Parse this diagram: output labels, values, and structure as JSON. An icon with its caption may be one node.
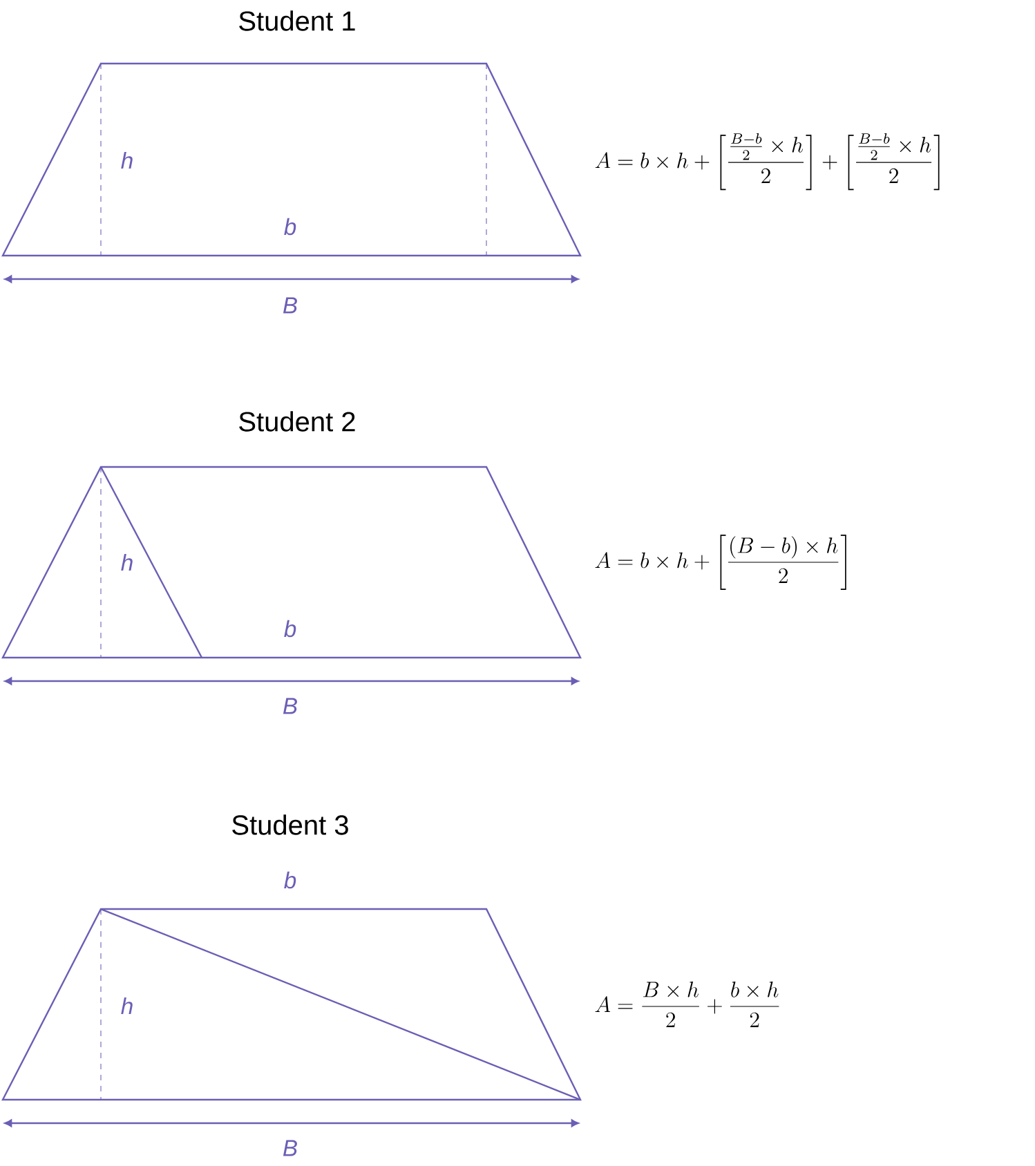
{
  "diagram": {
    "labels": [
      "Student 1",
      "h",
      "b",
      "B",
      "A=b\\times h+\\left[\\frac{\\frac{B-b}{2}\\times h}{2}\\right]+\\left[\\frac{\\frac{B-b}{2}\\times h}{2}\\right]",
      "Student 2",
      "h",
      "b",
      "B",
      "A=b\\times h+\\left[\\frac{(B-b)\\times h}{2}\\right]",
      "Student 3",
      "b",
      "h",
      "B",
      "A=\\frac{B\\times h}{2}+\\frac{b\\times h}{2}"
    ]
  }
}
